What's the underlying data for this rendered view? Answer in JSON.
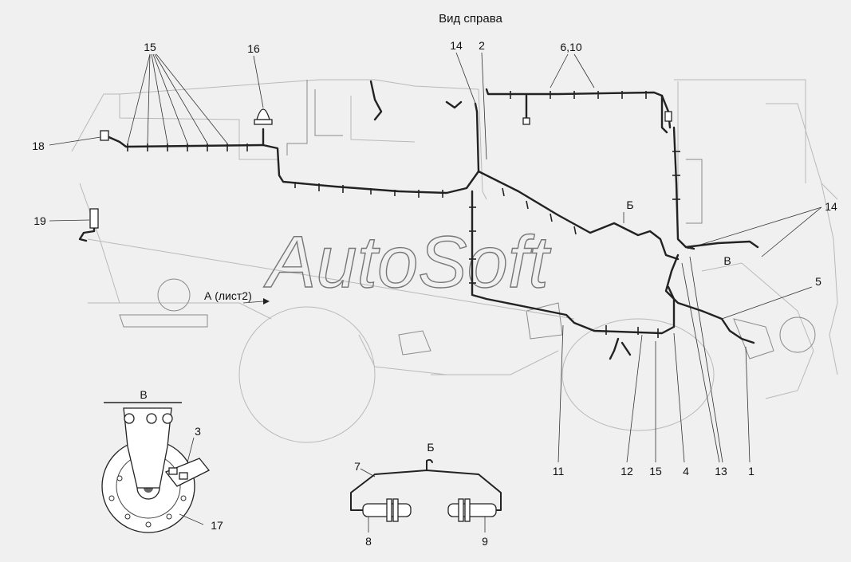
{
  "title": "Вид справа",
  "watermark": "AutoSoft",
  "view_ref": "А (лист2)",
  "detail_markers": {
    "b": "Б",
    "v": "В"
  },
  "inset_v_title": "В",
  "inset_b_title": "Б",
  "callouts": [
    {
      "id": "c15a",
      "text": "15"
    },
    {
      "id": "c16",
      "text": "16"
    },
    {
      "id": "c14a",
      "text": "14"
    },
    {
      "id": "c2",
      "text": "2"
    },
    {
      "id": "c610",
      "text": "6,10"
    },
    {
      "id": "c18",
      "text": "18"
    },
    {
      "id": "c19",
      "text": "19"
    },
    {
      "id": "c14b",
      "text": "14"
    },
    {
      "id": "c5",
      "text": "5"
    },
    {
      "id": "c11",
      "text": "11"
    },
    {
      "id": "c12",
      "text": "12"
    },
    {
      "id": "c15b",
      "text": "15"
    },
    {
      "id": "c4",
      "text": "4"
    },
    {
      "id": "c13",
      "text": "13"
    },
    {
      "id": "c1",
      "text": "1"
    },
    {
      "id": "c3",
      "text": "3"
    },
    {
      "id": "c17",
      "text": "17"
    },
    {
      "id": "c7",
      "text": "7"
    },
    {
      "id": "c8",
      "text": "8"
    },
    {
      "id": "c9",
      "text": "9"
    }
  ]
}
